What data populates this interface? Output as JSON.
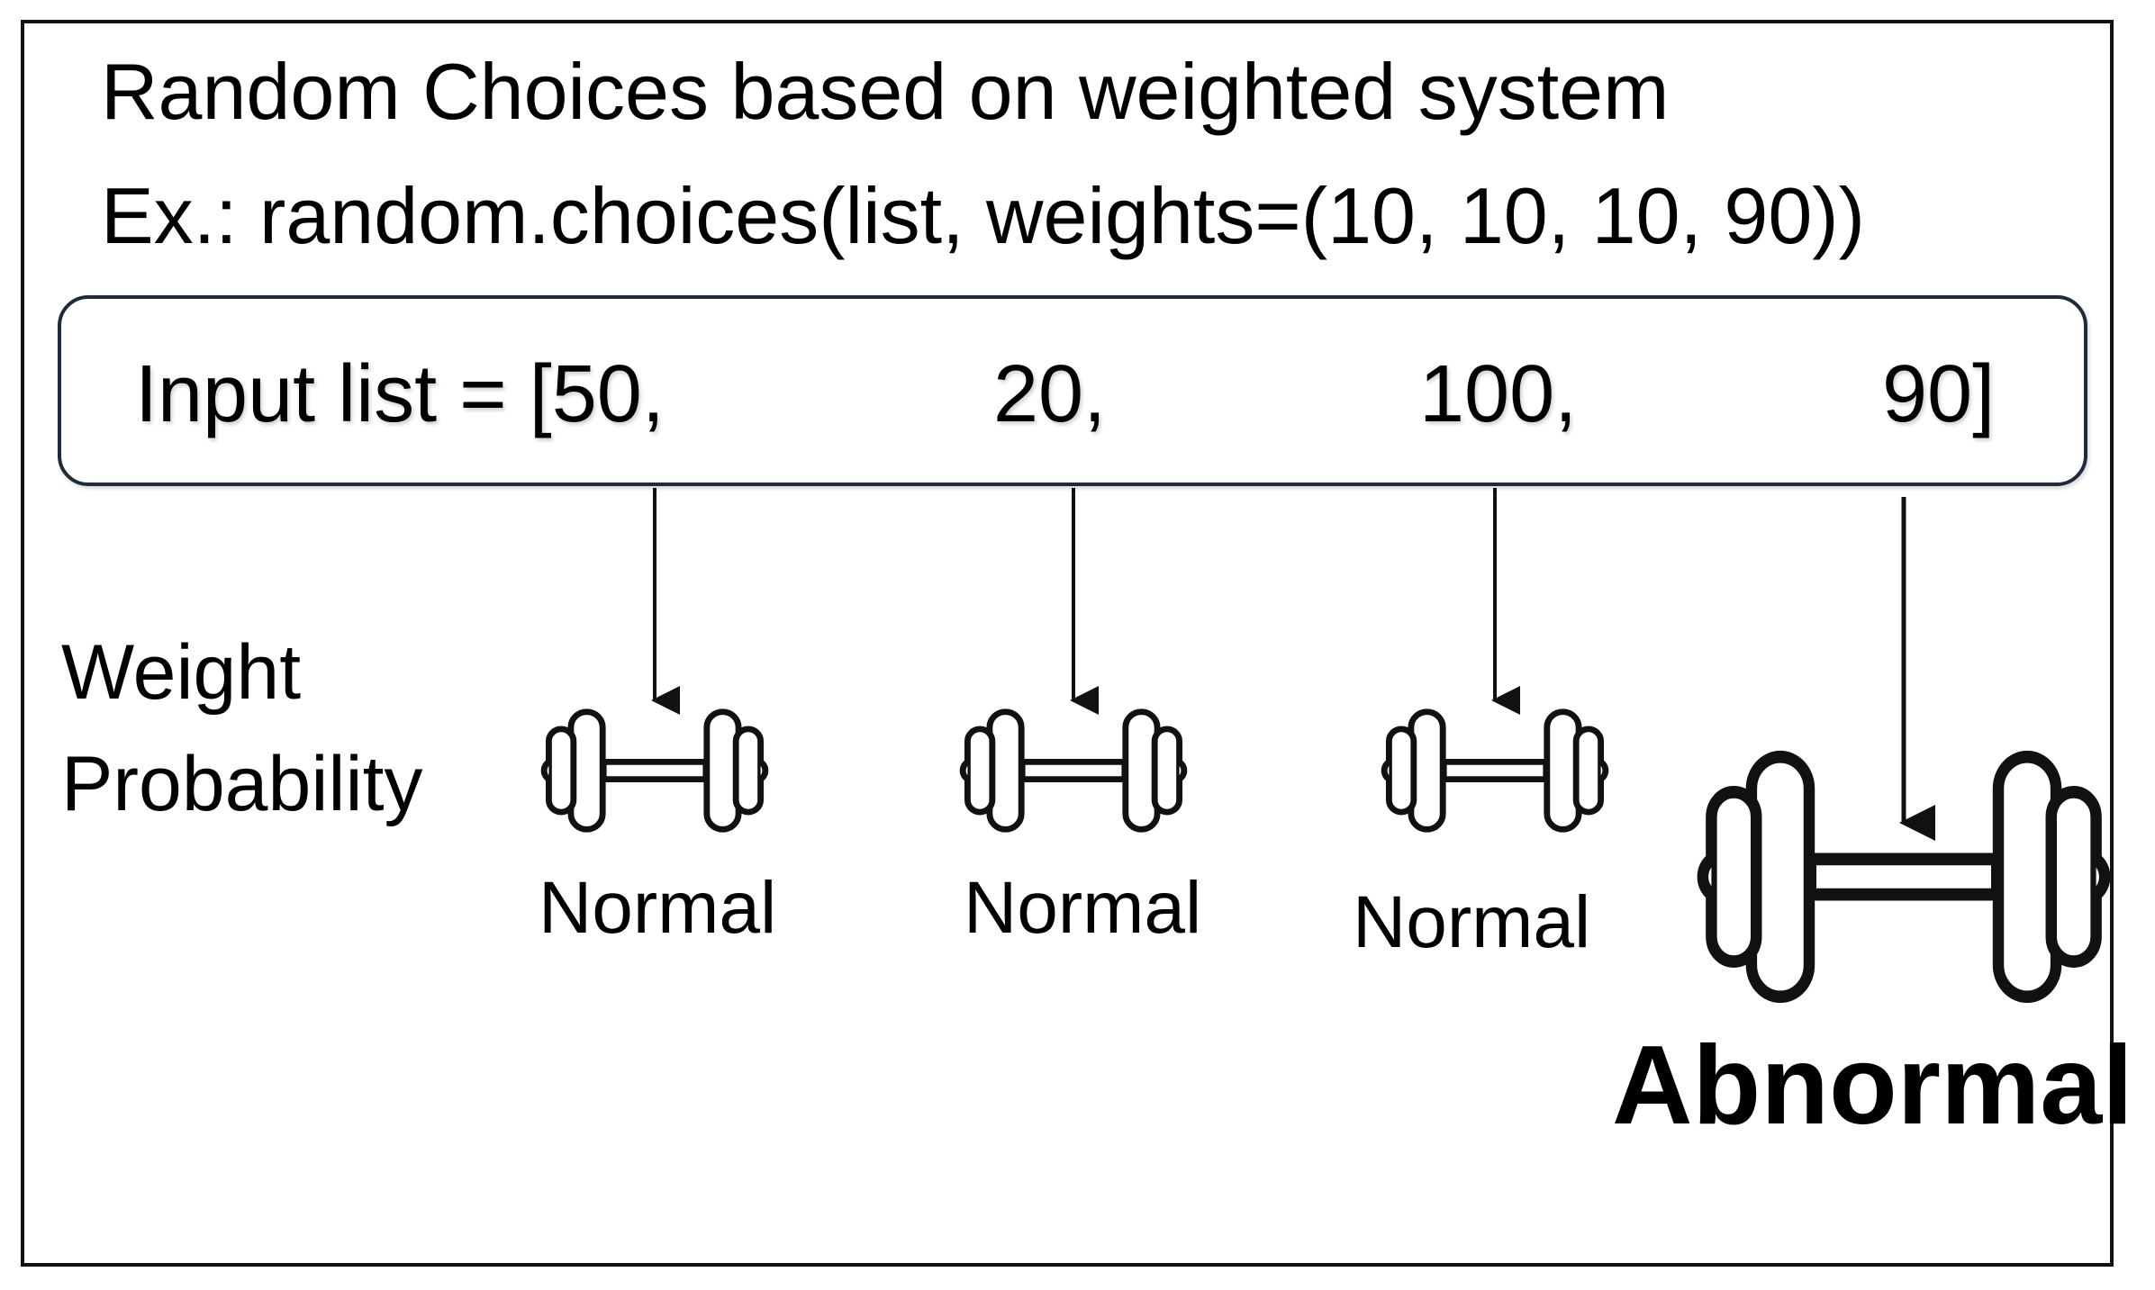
{
  "heading": {
    "title": "Random Choices based on weighted system",
    "example": "Ex.: random.choices(list, weights=(10, 10, 10, 90))"
  },
  "input_list": {
    "prefix": "Input list = [50,",
    "items": [
      "20,",
      "100,",
      "90]"
    ]
  },
  "weight_probability": {
    "line1": "Weight",
    "line2": "Probability"
  },
  "outcomes": [
    {
      "label": "Normal",
      "icon": "dumbbell-icon",
      "size": "small"
    },
    {
      "label": "Normal",
      "icon": "dumbbell-icon",
      "size": "small"
    },
    {
      "label": "Normal",
      "icon": "dumbbell-icon",
      "size": "small"
    },
    {
      "label": "Abnormal",
      "icon": "dumbbell-icon",
      "size": "large"
    }
  ],
  "colors": {
    "stroke": "#111111",
    "box_border": "#1f2b3d"
  }
}
